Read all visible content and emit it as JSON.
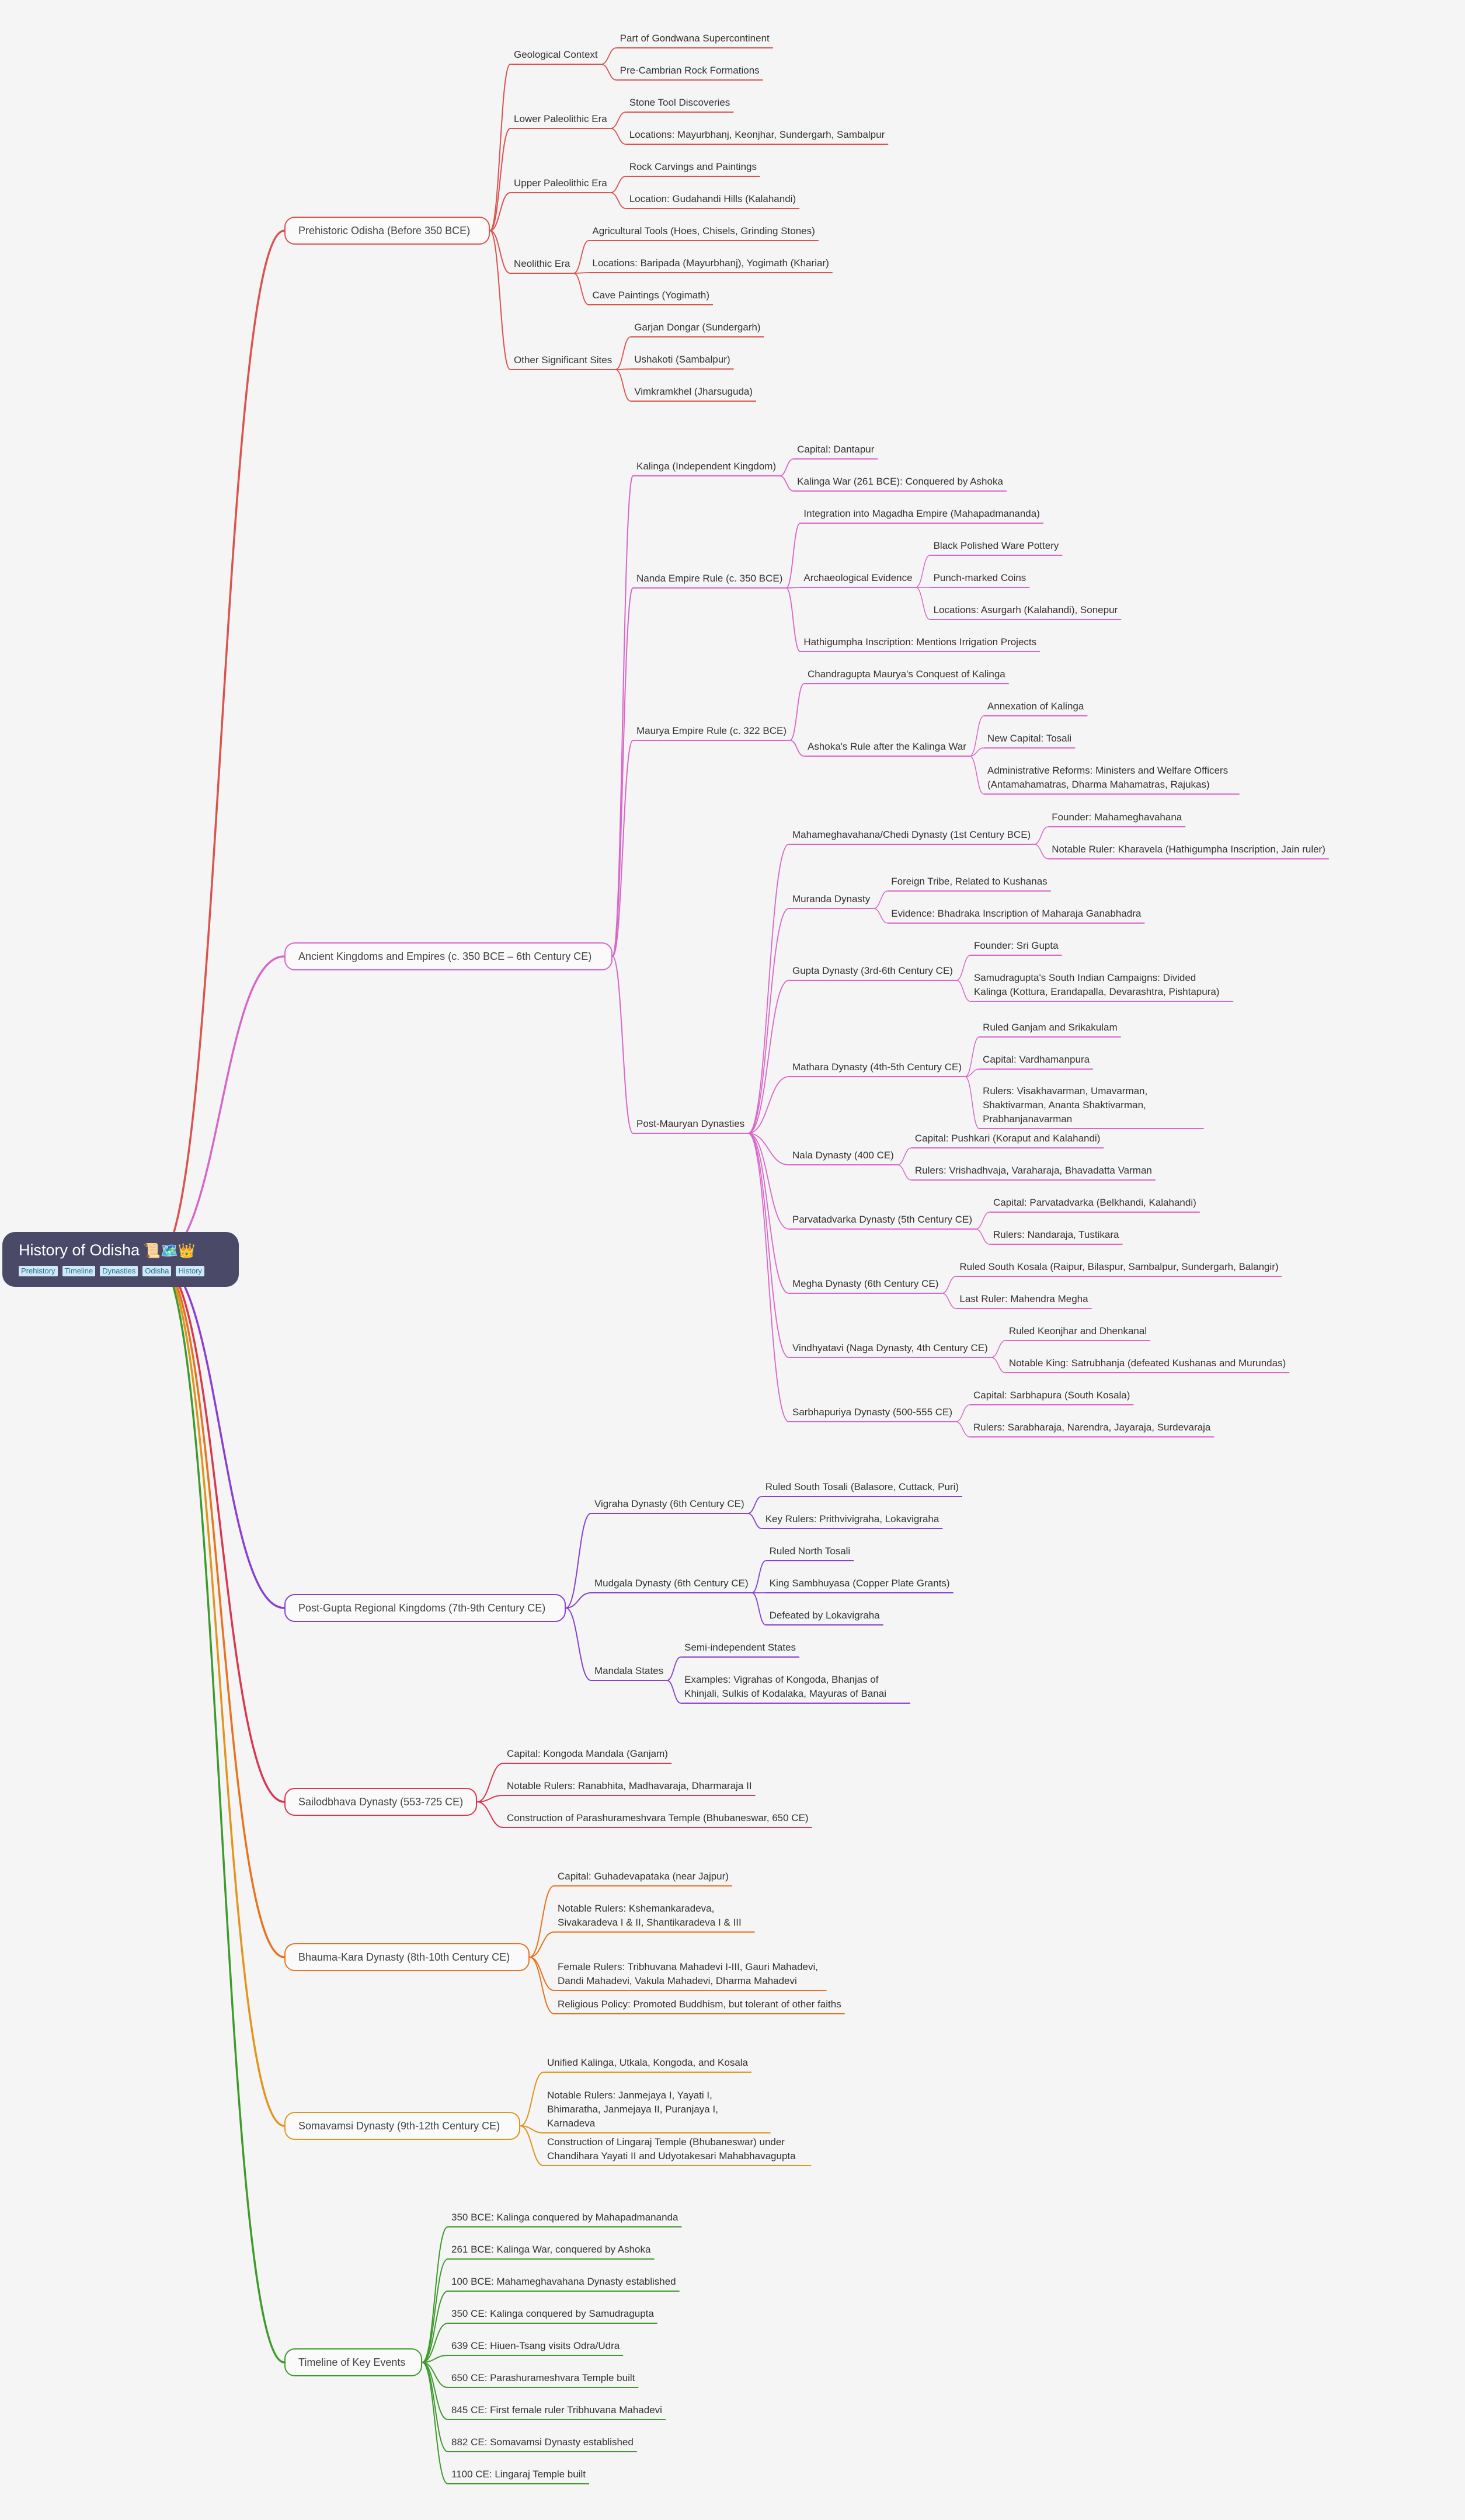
{
  "root": {
    "title": "History of Odisha",
    "emoji": "📜🗺️👑",
    "tags": [
      "Prehistory",
      "Timeline",
      "Dynasties",
      "Odisha",
      "History"
    ]
  },
  "branches": [
    {
      "label": "Prehistoric Odisha (Before 350 BCE)",
      "color": "#d9534f",
      "children": [
        {
          "label": "Geological Context",
          "children": [
            {
              "label": "Part of Gondwana Supercontinent"
            },
            {
              "label": "Pre-Cambrian Rock Formations"
            }
          ]
        },
        {
          "label": "Lower Paleolithic Era",
          "children": [
            {
              "label": "Stone Tool Discoveries"
            },
            {
              "label": "Locations: Mayurbhanj, Keonjhar, Sundergarh, Sambalpur"
            }
          ]
        },
        {
          "label": "Upper Paleolithic Era",
          "children": [
            {
              "label": "Rock Carvings and Paintings"
            },
            {
              "label": "Location: Gudahandi Hills (Kalahandi)"
            }
          ]
        },
        {
          "label": "Neolithic Era",
          "children": [
            {
              "label": "Agricultural Tools (Hoes, Chisels, Grinding Stones)"
            },
            {
              "label": "Locations: Baripada (Mayurbhanj), Yogimath (Khariar)"
            },
            {
              "label": "Cave Paintings (Yogimath)"
            }
          ]
        },
        {
          "label": "Other Significant Sites",
          "children": [
            {
              "label": "Garjan Dongar (Sundergarh)"
            },
            {
              "label": "Ushakoti (Sambalpur)"
            },
            {
              "label": "Vimkramkhel (Jharsuguda)"
            }
          ]
        }
      ]
    },
    {
      "label": "Ancient Kingdoms and Empires (c. 350 BCE – 6th Century CE)",
      "color": "#d966c9",
      "children": [
        {
          "label": "Kalinga (Independent Kingdom)",
          "children": [
            {
              "label": "Capital: Dantapur"
            },
            {
              "label": "Kalinga War (261 BCE): Conquered by Ashoka"
            }
          ]
        },
        {
          "label": "Nanda Empire Rule (c. 350 BCE)",
          "children": [
            {
              "label": "Integration into Magadha Empire (Mahapadmananda)"
            },
            {
              "label": "Archaeological Evidence",
              "children": [
                {
                  "label": "Black Polished Ware Pottery"
                },
                {
                  "label": "Punch-marked Coins"
                },
                {
                  "label": "Locations: Asurgarh (Kalahandi), Sonepur"
                }
              ]
            },
            {
              "label": "Hathigumpha Inscription: Mentions Irrigation Projects"
            }
          ]
        },
        {
          "label": "Maurya Empire Rule (c. 322 BCE)",
          "children": [
            {
              "label": "Chandragupta Maurya's Conquest of Kalinga"
            },
            {
              "label": "Ashoka's Rule after the Kalinga War",
              "children": [
                {
                  "label": "Annexation of Kalinga"
                },
                {
                  "label": "New Capital: Tosali"
                },
                {
                  "label": "Administrative Reforms: Ministers and Welfare Officers (Antamahamatras, Dharma Mahamatras, Rajukas)"
                }
              ]
            }
          ]
        },
        {
          "label": "Post-Mauryan Dynasties",
          "children": [
            {
              "label": "Mahameghavahana/Chedi Dynasty (1st Century BCE)",
              "children": [
                {
                  "label": "Founder: Mahameghavahana"
                },
                {
                  "label": "Notable Ruler: Kharavela (Hathigumpha Inscription, Jain ruler)"
                }
              ]
            },
            {
              "label": "Muranda Dynasty",
              "children": [
                {
                  "label": "Foreign Tribe, Related to Kushanas"
                },
                {
                  "label": "Evidence: Bhadraka Inscription of Maharaja Ganabhadra"
                }
              ]
            },
            {
              "label": "Gupta Dynasty (3rd-6th Century CE)",
              "children": [
                {
                  "label": "Founder: Sri Gupta"
                },
                {
                  "label": "Samudragupta's South Indian Campaigns: Divided Kalinga (Kottura, Erandapalla, Devarashtra, Pishtapura)"
                }
              ]
            },
            {
              "label": "Mathara Dynasty (4th-5th Century CE)",
              "children": [
                {
                  "label": "Ruled Ganjam and Srikakulam"
                },
                {
                  "label": "Capital: Vardhamanpura"
                },
                {
                  "label": "Rulers: Visakhavarman, Umavarman, Shaktivarman, Ananta Shaktivarman, Prabhanjanavarman"
                }
              ]
            },
            {
              "label": "Nala Dynasty (400 CE)",
              "children": [
                {
                  "label": "Capital: Pushkari (Koraput and Kalahandi)"
                },
                {
                  "label": "Rulers: Vrishadhvaja, Varaharaja, Bhavadatta Varman"
                }
              ]
            },
            {
              "label": "Parvatadvarka Dynasty (5th Century CE)",
              "children": [
                {
                  "label": "Capital: Parvatadvarka (Belkhandi, Kalahandi)"
                },
                {
                  "label": "Rulers: Nandaraja, Tustikara"
                }
              ]
            },
            {
              "label": "Megha Dynasty (6th Century CE)",
              "children": [
                {
                  "label": "Ruled South Kosala (Raipur, Bilaspur, Sambalpur, Sundergarh, Balangir)"
                },
                {
                  "label": "Last Ruler: Mahendra Megha"
                }
              ]
            },
            {
              "label": "Vindhyatavi (Naga Dynasty, 4th Century CE)",
              "children": [
                {
                  "label": "Ruled Keonjhar and Dhenkanal"
                },
                {
                  "label": "Notable King: Satrubhanja (defeated Kushanas and Murundas)"
                }
              ]
            },
            {
              "label": "Sarbhapuriya Dynasty (500-555 CE)",
              "children": [
                {
                  "label": "Capital: Sarbhapura (South Kosala)"
                },
                {
                  "label": "Rulers: Sarabharaja, Narendra, Jayaraja, Surdevaraja"
                }
              ]
            }
          ]
        }
      ]
    },
    {
      "label": "Post-Gupta Regional Kingdoms (7th-9th Century CE)",
      "color": "#8a3fd1",
      "children": [
        {
          "label": "Vigraha Dynasty (6th Century CE)",
          "children": [
            {
              "label": "Ruled South Tosali (Balasore, Cuttack, Puri)"
            },
            {
              "label": "Key Rulers: Prithvivigraha, Lokavigraha"
            }
          ]
        },
        {
          "label": "Mudgala Dynasty (6th Century CE)",
          "children": [
            {
              "label": "Ruled North Tosali"
            },
            {
              "label": "King Sambhuyasa (Copper Plate Grants)"
            },
            {
              "label": "Defeated by Lokavigraha"
            }
          ]
        },
        {
          "label": "Mandala States",
          "children": [
            {
              "label": "Semi-independent States"
            },
            {
              "label": "Examples: Vigrahas of Kongoda, Bhanjas of Khinjali, Sulkis of Kodalaka, Mayuras of Banai"
            }
          ]
        }
      ]
    },
    {
      "label": "Sailodbhava Dynasty (553-725 CE)",
      "color": "#d9364f",
      "children": [
        {
          "label": "Capital: Kongoda Mandala (Ganjam)"
        },
        {
          "label": "Notable Rulers: Ranabhita, Madhavaraja, Dharmaraja II"
        },
        {
          "label": "Construction of Parashurameshvara Temple (Bhubaneswar, 650 CE)"
        }
      ]
    },
    {
      "label": "Bhauma-Kara Dynasty (8th-10th Century CE)",
      "color": "#e8731e",
      "children": [
        {
          "label": "Capital: Guhadevapataka (near Jajpur)"
        },
        {
          "label": "Notable Rulers: Kshemankaradeva, Sivakaradeva I & II, Shantikaradeva I & III"
        },
        {
          "label": "Female Rulers: Tribhuvana Mahadevi I-III, Gauri Mahadevi, Dandi Mahadevi, Vakula Mahadevi, Dharma Mahadevi"
        },
        {
          "label": "Religious Policy: Promoted Buddhism, but tolerant of other faiths"
        }
      ]
    },
    {
      "label": "Somavamsi Dynasty (9th-12th Century CE)",
      "color": "#e0951f",
      "children": [
        {
          "label": "Unified Kalinga, Utkala, Kongoda, and Kosala"
        },
        {
          "label": "Notable Rulers: Janmejaya I, Yayati I, Bhimaratha, Janmejaya II, Puranjaya I, Karnadeva"
        },
        {
          "label": "Construction of Lingaraj Temple (Bhubaneswar) under Chandihara Yayati II and Udyotakesari Mahabhavagupta"
        }
      ]
    },
    {
      "label": "Timeline of Key Events",
      "color": "#3f9a2e",
      "children": [
        {
          "label": "350 BCE: Kalinga conquered by Mahapadmananda"
        },
        {
          "label": "261 BCE: Kalinga War, conquered by Ashoka"
        },
        {
          "label": "100 BCE: Mahameghavahana Dynasty established"
        },
        {
          "label": "350 CE: Kalinga conquered by Samudragupta"
        },
        {
          "label": "639 CE: Hiuen-Tsang visits Odra/Udra"
        },
        {
          "label": "650 CE: Parashurameshvara Temple built"
        },
        {
          "label": "845 CE: First female ruler Tribhuvana Mahadevi"
        },
        {
          "label": "882 CE: Somavamsi Dynasty established"
        },
        {
          "label": "1100 CE: Lingaraj Temple built"
        }
      ]
    }
  ]
}
